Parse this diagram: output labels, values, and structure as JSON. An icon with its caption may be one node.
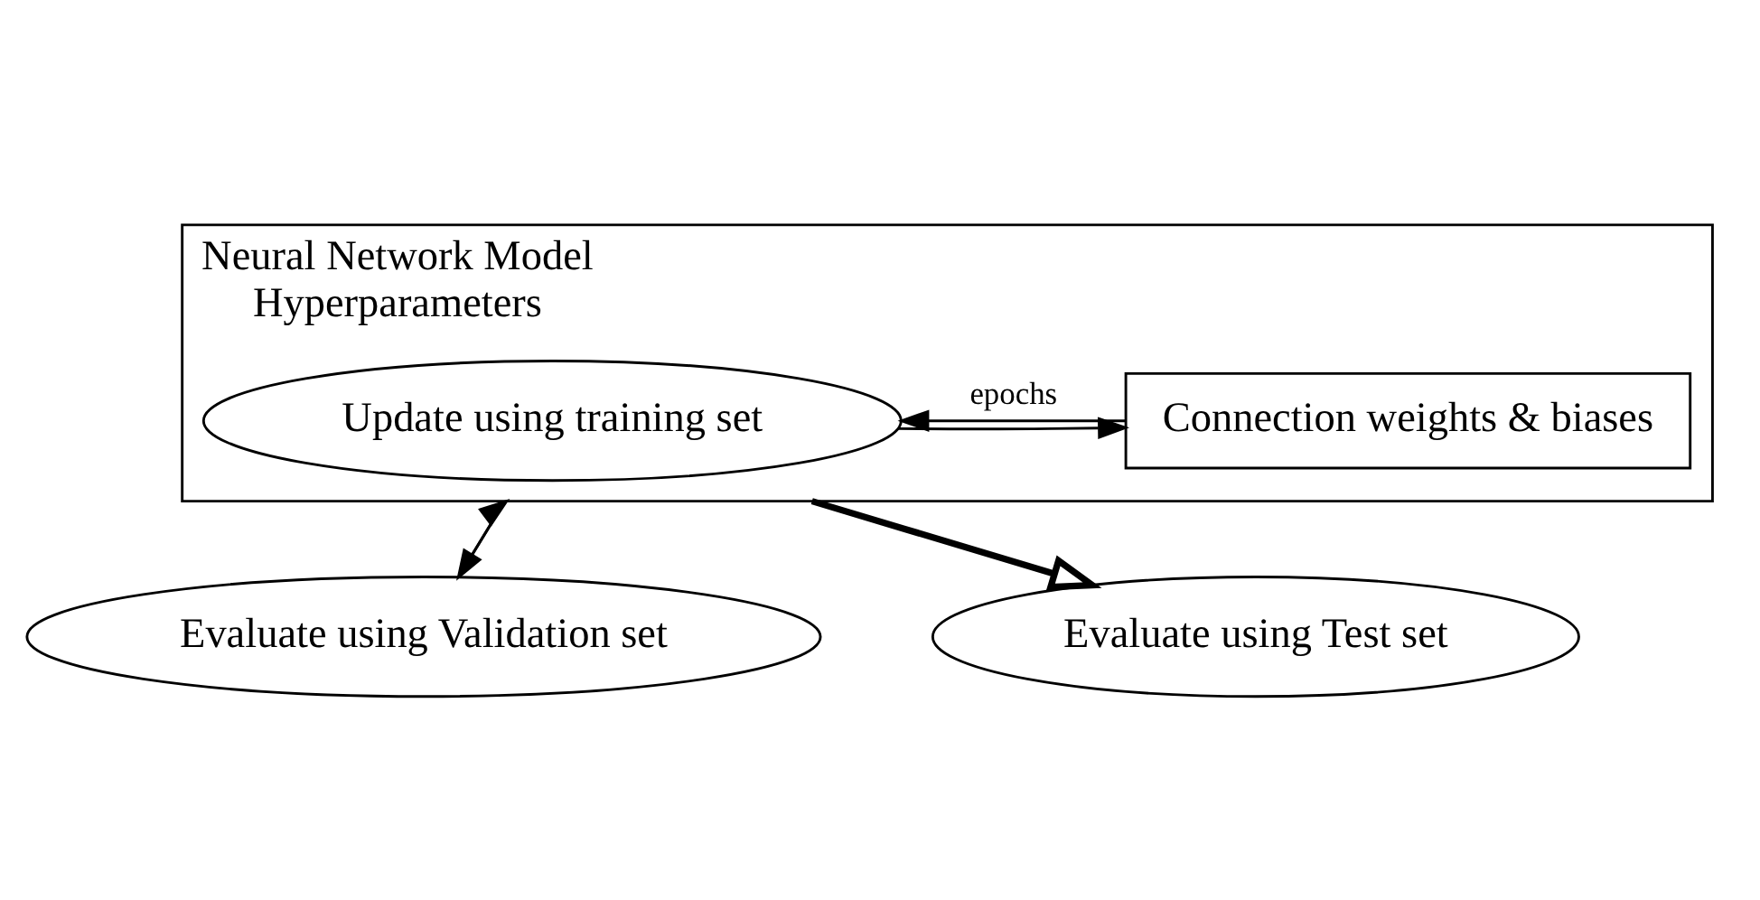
{
  "diagram": {
    "nodes": [
      {
        "text": [
          "Neural Network Model",
          "Hyperparameters"
        ]
      },
      {
        "text": [
          "Connection weights & biases"
        ],
        "in": 0
      },
      {
        "text": [
          "Update using training set"
        ],
        "in": 0
      },
      {
        "text": [
          "Evaluate using Validation set"
        ]
      },
      {
        "text": [
          "Evaluate using Test set"
        ]
      }
    ],
    "edges": [
      {
        "from": 1,
        "to": 2,
        "arrow": "to",
        "label": "epochs"
      },
      {
        "from": 2,
        "to": 1,
        "arrow": "to"
      },
      {
        "from": 0,
        "to": 3,
        "arrow": "to"
      },
      {
        "from": 3,
        "to": 0,
        "arrow": "to"
      },
      {
        "from": 0,
        "to": 4,
        "arrow": "to",
        "style": "thick"
      }
    ]
  }
}
